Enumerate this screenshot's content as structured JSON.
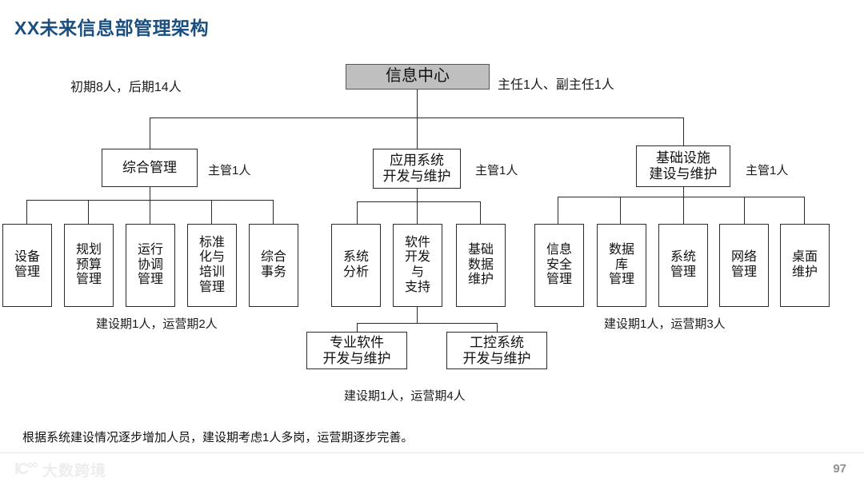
{
  "slide": {
    "title": "XX未来信息部管理架构",
    "page_number": "97",
    "caption": "根据系统建设情况逐步增加人员，建设期考虑1人多岗，运营期逐步完善。",
    "watermark": "大数跨境",
    "title_color": "#1b4f80",
    "root_fill": "#bfbfbf",
    "line_color": "#2b2b2b"
  },
  "org": {
    "headcount_note": "初期8人，后期14人",
    "root": {
      "label": "信息中心",
      "annotation": "主任1人、副主任1人"
    },
    "branches": [
      {
        "label": "综合管理",
        "annotation": "主管1人",
        "footnote": "建设期1人，运营期2人",
        "children": [
          {
            "label": "设备\n管理"
          },
          {
            "label": "规划\n预算\n管理"
          },
          {
            "label": "运行\n协调\n管理"
          },
          {
            "label": "标准\n化与\n培训\n管理"
          },
          {
            "label": "综合\n事务"
          }
        ]
      },
      {
        "label": "应用系统\n开发与维护",
        "annotation": "主管1人",
        "footnote": "建设期1人，运营期4人",
        "children": [
          {
            "label": "系统\n分析"
          },
          {
            "label": "软件\n开发\n与\n支持"
          },
          {
            "label": "基础\n数据\n维护"
          }
        ],
        "sub_children": [
          {
            "label": "专业软件\n开发与维护"
          },
          {
            "label": "工控系统\n开发与维护"
          }
        ]
      },
      {
        "label": "基础设施\n建设与维护",
        "annotation": "主管1人",
        "footnote": "建设期1人，运营期3人",
        "children": [
          {
            "label": "信息\n安全\n管理"
          },
          {
            "label": "数据\n库\n管理"
          },
          {
            "label": "系统\n管理"
          },
          {
            "label": "网络\n管理"
          },
          {
            "label": "桌面\n维护"
          }
        ]
      }
    ]
  }
}
